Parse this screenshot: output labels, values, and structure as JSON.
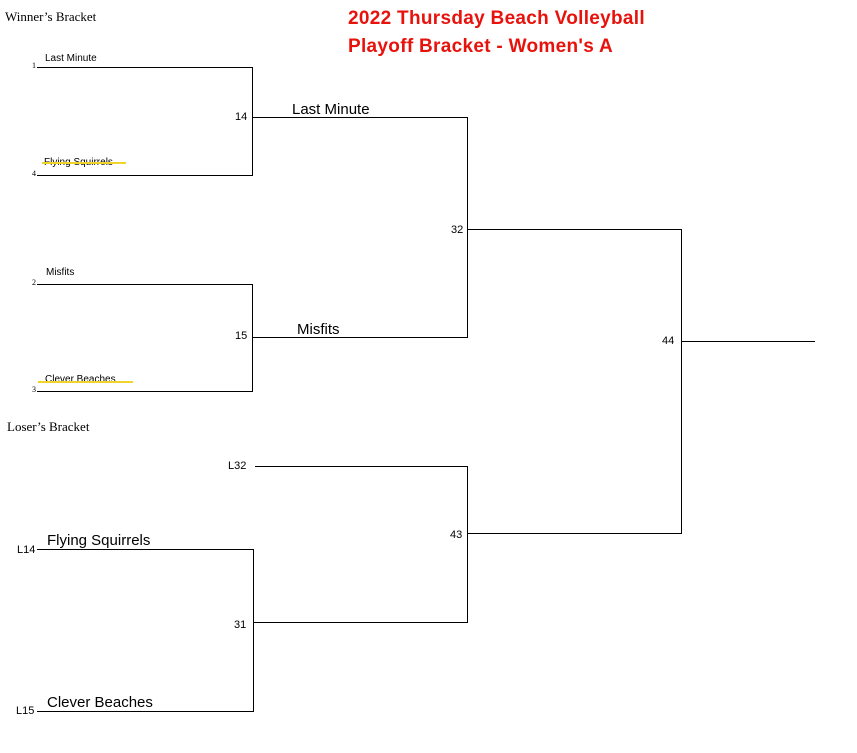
{
  "title": {
    "line1": "2022 Thursday Beach Volleyball",
    "line2": "Playoff Bracket - Women's A",
    "color": "#e8120c"
  },
  "winners": {
    "heading": "Winner’s Bracket",
    "seeds": [
      "1",
      "4",
      "2",
      "3"
    ],
    "teams": [
      "Last Minute",
      "Flying Squirrels",
      "Misfits",
      "Clever Beaches"
    ],
    "eliminated": [
      "Flying Squirrels",
      "Clever Beaches"
    ],
    "games": [
      "14",
      "15",
      "32"
    ],
    "advancers": [
      "Last Minute",
      "Misfits"
    ]
  },
  "losers": {
    "heading": "Loser’s Bracket",
    "slots": [
      "L32",
      "L14",
      "L15"
    ],
    "teams": [
      "Flying Squirrels",
      "Clever Beaches"
    ],
    "games": [
      "31",
      "43"
    ]
  },
  "final": {
    "game": "44"
  }
}
